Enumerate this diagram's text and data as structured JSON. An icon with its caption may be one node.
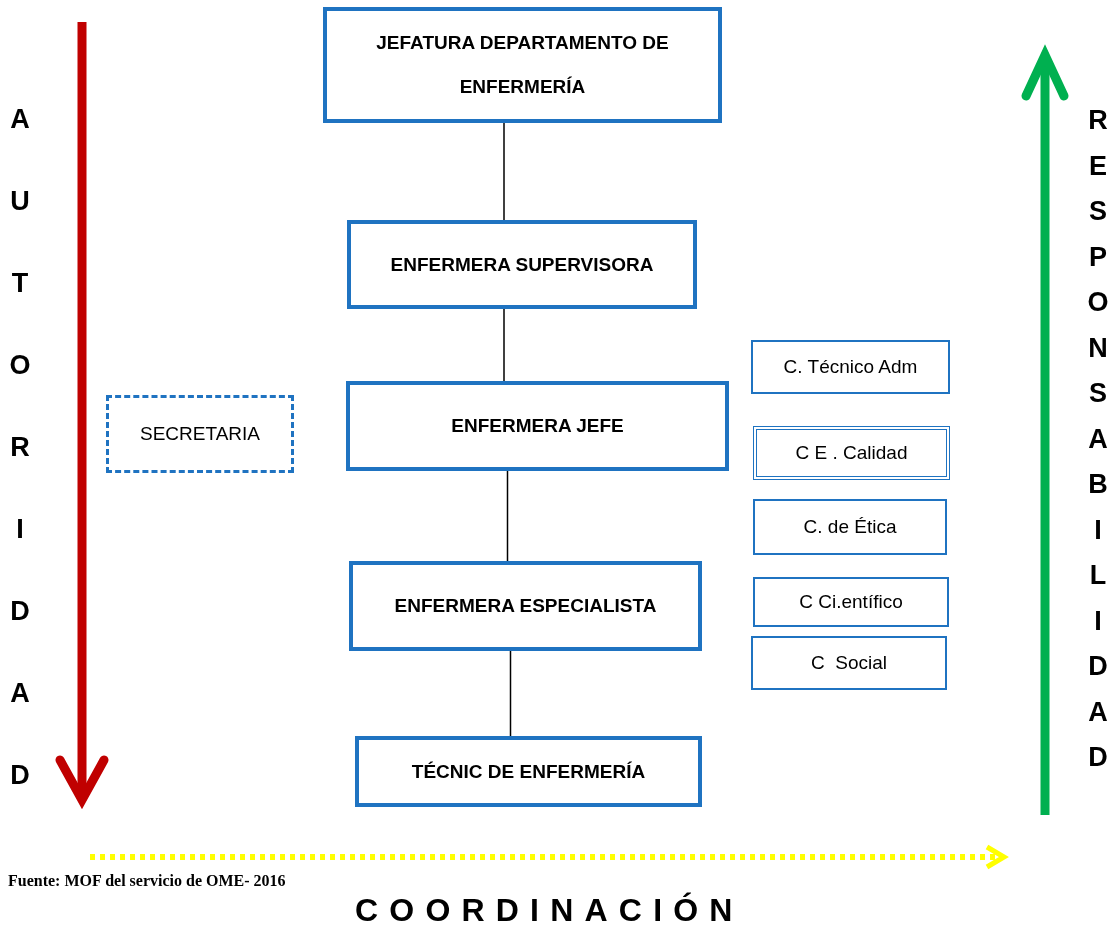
{
  "diagram": {
    "caption": "Fuente: MOF del servicio de OME- 2016",
    "nodes": [
      {
        "text": [
          "JEFATURA DEPARTAMENTO DE ENFERMERÍA"
        ]
      },
      {
        "text": [
          "ENFERMERA SUPERVISORA"
        ]
      },
      {
        "text": [
          "ENFERMERA JEFE"
        ]
      },
      {
        "text": [
          "ENFERMERA ESPECIALISTA"
        ]
      },
      {
        "text": [
          "TÉCNIC DE ENFERMERÍA"
        ]
      },
      {
        "text": [
          "SECRETARIA"
        ]
      },
      {
        "text": [
          "C. Técnico Adm"
        ]
      },
      {
        "text": [
          "C E . Calidad"
        ]
      },
      {
        "text": [
          "C. de Ética"
        ]
      },
      {
        "text": [
          "C Ci.entífico"
        ]
      },
      {
        "text": [
          "C  Social"
        ]
      }
    ],
    "edges": [
      {
        "from": 0,
        "to": 1,
        "arrow": "none"
      },
      {
        "from": 1,
        "to": 2,
        "arrow": "none"
      },
      {
        "from": 2,
        "to": 3,
        "arrow": "none"
      },
      {
        "from": 3,
        "to": 4,
        "arrow": "none"
      }
    ],
    "labels": [
      "AUTORIDAD",
      "RESPONSABILIDAD",
      "COORDINACIÓN"
    ]
  }
}
